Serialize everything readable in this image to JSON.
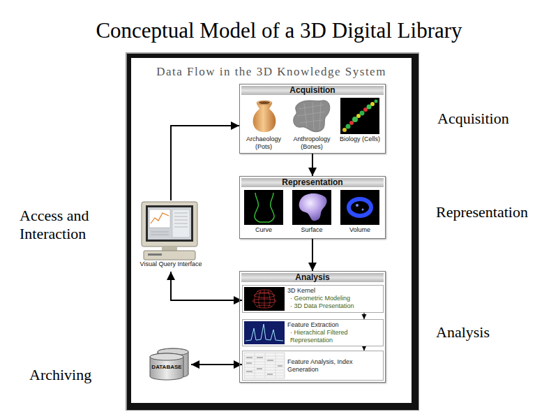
{
  "diagram": {
    "title": "Conceptual Model of a 3D Digital Library",
    "nodes": [
      {
        "text": [
          "Data Flow in the 3D Knowledge System"
        ]
      },
      {
        "text": [
          "Acquisition"
        ],
        "in": 0
      },
      {
        "text": [
          "Archaeology (Pots)"
        ],
        "in": 1
      },
      {
        "text": [
          "Anthropology (Bones)"
        ],
        "in": 1
      },
      {
        "text": [
          "Biology (Cells)"
        ],
        "in": 1
      },
      {
        "text": [
          "Representation"
        ],
        "in": 0
      },
      {
        "text": [
          "Curve"
        ],
        "in": 5
      },
      {
        "text": [
          "Surface"
        ],
        "in": 5
      },
      {
        "text": [
          "Volume"
        ],
        "in": 5
      },
      {
        "text": [
          "Visual Query Interface"
        ],
        "in": 0
      },
      {
        "text": [
          "Analysis"
        ],
        "in": 0
      },
      {
        "text": [
          "3D Kernel",
          "· Geometric Modeling",
          "· 3D Data Presentation"
        ],
        "in": 10
      },
      {
        "text": [
          "Feature Extraction",
          "· Hierachical Filtered Representation"
        ],
        "in": 10
      },
      {
        "text": [
          "Feature Analysis, Index Generation"
        ],
        "in": 10
      },
      {
        "text": [
          "DATABASE"
        ],
        "in": 0
      }
    ],
    "edges": [
      {
        "from": 9,
        "to": 1,
        "arrow": "to"
      },
      {
        "from": 1,
        "to": 5,
        "arrow": "to"
      },
      {
        "from": 5,
        "to": 10,
        "arrow": "to"
      },
      {
        "from": 9,
        "to": 11,
        "arrow": "both"
      },
      {
        "from": 11,
        "to": 12,
        "arrow": "to"
      },
      {
        "from": 12,
        "to": 13,
        "arrow": "to"
      },
      {
        "from": 14,
        "to": 13,
        "arrow": "both"
      }
    ],
    "labels": [
      "Acquisition",
      "Access and Interaction",
      "Representation",
      "Analysis",
      "Archiving"
    ]
  }
}
